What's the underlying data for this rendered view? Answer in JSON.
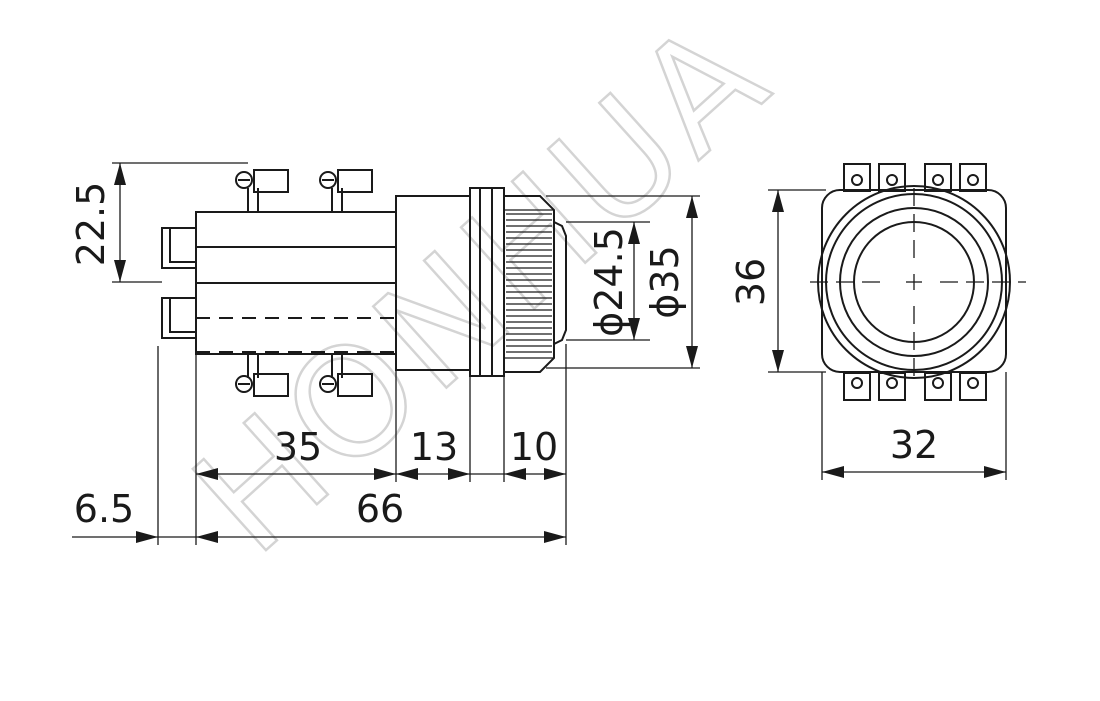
{
  "watermark": "HONHUA",
  "dimensions": {
    "height_left": "22.5",
    "diam_inner": "ϕ24.5",
    "diam_outer": "ϕ35",
    "len_body": "35",
    "len_collar": "13",
    "len_cap": "10",
    "len_total": "66",
    "len_terminal": "6.5",
    "front_height": "36",
    "front_width": "32"
  }
}
